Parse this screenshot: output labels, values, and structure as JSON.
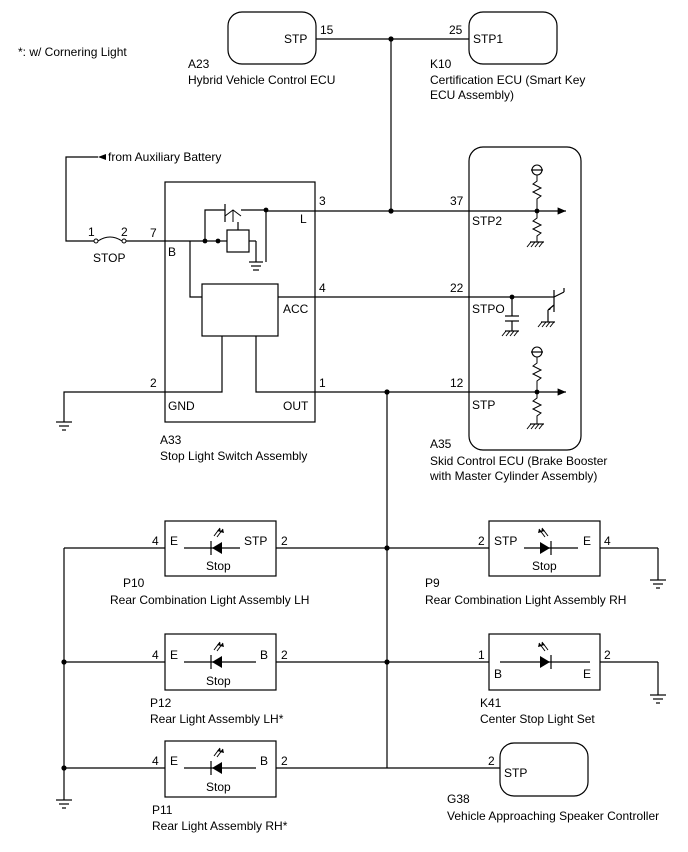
{
  "note": "*: w/ Cornering Light",
  "supply": {
    "from": "from Auxiliary Battery",
    "fuse": "STOP",
    "pin_in": "1",
    "pin_out": "2"
  },
  "a23": {
    "code": "A23",
    "name": "Hybrid Vehicle Control ECU",
    "terminal": "STP",
    "pin": "15"
  },
  "k10": {
    "code": "K10",
    "name1": "Certification ECU (Smart Key",
    "name2": "ECU Assembly)",
    "terminal": "STP1",
    "pin": "25"
  },
  "a33": {
    "code": "A33",
    "name": "Stop Light Switch Assembly",
    "t_b": "B",
    "p_b": "7",
    "t_l": "L",
    "p_l": "3",
    "t_acc": "ACC",
    "p_acc": "4",
    "t_gnd": "GND",
    "p_gnd": "2",
    "t_out": "OUT",
    "p_out": "1"
  },
  "a35": {
    "code": "A35",
    "name1": "Skid Control ECU (Brake Booster",
    "name2": "with Master Cylinder Assembly)",
    "t_stp2": "STP2",
    "p_stp2": "37",
    "t_stpo": "STPO",
    "p_stpo": "22",
    "t_stp": "STP",
    "p_stp": "12"
  },
  "p10": {
    "code": "P10",
    "name": "Rear Combination Light Assembly LH",
    "t_e": "E",
    "p_e": "4",
    "t_stp": "STP",
    "p_stp": "2",
    "label": "Stop"
  },
  "p9": {
    "code": "P9",
    "name": "Rear Combination Light Assembly RH",
    "t_stp": "STP",
    "p_stp": "2",
    "t_e": "E",
    "p_e": "4",
    "label": "Stop"
  },
  "p12": {
    "code": "P12",
    "name": "Rear Light Assembly LH*",
    "t_e": "E",
    "p_e": "4",
    "t_b": "B",
    "p_b": "2",
    "label": "Stop"
  },
  "k41": {
    "code": "K41",
    "name": "Center Stop Light Set",
    "t_b": "B",
    "p_b": "1",
    "t_e": "E",
    "p_e": "2"
  },
  "p11": {
    "code": "P11",
    "name": "Rear Light Assembly RH*",
    "t_e": "E",
    "p_e": "4",
    "t_b": "B",
    "p_b": "2",
    "label": "Stop"
  },
  "g38": {
    "code": "G38",
    "name": "Vehicle Approaching Speaker Controller",
    "terminal": "STP",
    "pin": "2"
  }
}
